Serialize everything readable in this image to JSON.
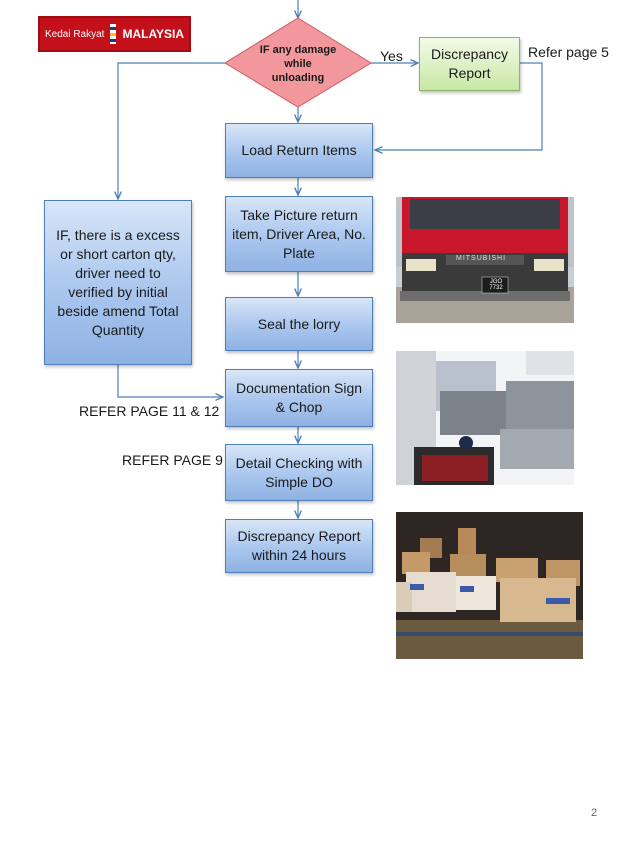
{
  "logo": {
    "text_left": "Kedai Rakyat",
    "text_right": "MALAYSIA"
  },
  "decision": {
    "text": "IF any damage while unloading",
    "yes_label": "Yes"
  },
  "discrepancy_report": {
    "text": "Discrepancy Report",
    "refer": "Refer page  5"
  },
  "steps": {
    "load_return": "Load Return Items",
    "take_picture": "Take Picture return item, Driver Area, No. Plate",
    "seal": "Seal the lorry",
    "documentation": "Documentation Sign & Chop",
    "detail_checking": "Detail Checking with Simple DO",
    "discrepancy_24": "Discrepancy Report within 24 hours"
  },
  "side_box": {
    "text": "IF, there is a excess or short carton qty, driver need to verified by initial beside amend Total Quantity"
  },
  "refs": {
    "doc_ref": "REFER PAGE 11 & 12",
    "detail_ref": "REFER PAGE 9"
  },
  "photos": {
    "truck_plate": "JGO 7732",
    "truck_brand": "MITSUBISHI"
  },
  "page_number": "2",
  "colors": {
    "process_fill": "#a9c6ee",
    "process_border": "#4f7fb8",
    "decision_fill": "#f2989c",
    "decision_border": "#d05a62",
    "report_fill": "#d9efbf",
    "connector": "#4f7fb8",
    "logo_red": "#c4101a"
  }
}
